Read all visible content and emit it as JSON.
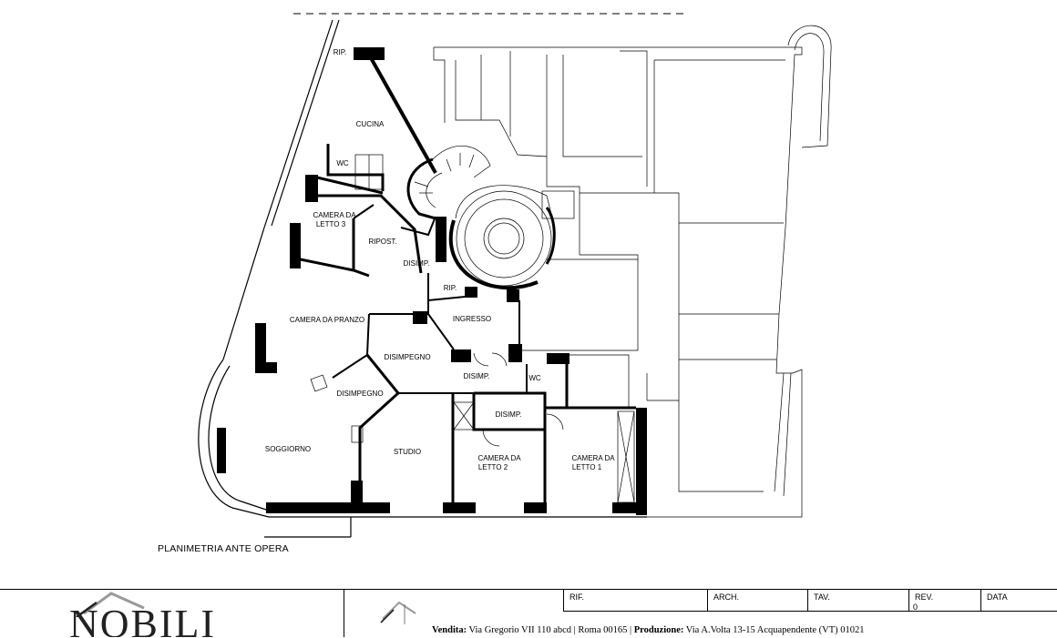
{
  "drawing": {
    "caption": "PLANIMETRIA ANTE OPERA",
    "rooms": {
      "rip_top": "RIP.",
      "cucina": "CUCINA",
      "wc_top": "WC",
      "camera_3_line1": "CAMERA DA",
      "camera_3_line2": "LETTO 3",
      "ripost": "RIPOST.",
      "disimp_top": "DISIMP.",
      "rip_mid": "RIP.",
      "ingresso": "INGRESSO",
      "camera_pranzo": "CAMERA DA PRANZO",
      "disimpegno_1": "DISIMPEGNO",
      "disimpegno_2": "DISIMPEGNO",
      "disimp_mid": "DISIMP.",
      "wc_mid": "WC",
      "disimp_low": "DISIMP.",
      "soggiorno": "SOGGIORNO",
      "studio": "STUDIO",
      "camera_2_line1": "CAMERA DA",
      "camera_2_line2": "LETTO 2",
      "camera_1_line1": "CAMERA DA",
      "camera_1_line2": "LETTO 1"
    }
  },
  "title_block": {
    "logo_text": "NOBILI",
    "fields": [
      {
        "label": "RIF.",
        "value": ""
      },
      {
        "label": "ARCH.",
        "value": ""
      },
      {
        "label": "TAV.",
        "value": ""
      },
      {
        "label": "REV.",
        "value": "0"
      },
      {
        "label": "DATA",
        "value": ""
      }
    ],
    "address": {
      "vendita_label": "Vendita:",
      "vendita_text": " Via Gregorio VII 110 abcd | Roma 00165 | ",
      "produzione_label": "Produzione:",
      "produzione_text": " Via A.Volta 13-15 Acquapendente (VT) 01021"
    }
  }
}
